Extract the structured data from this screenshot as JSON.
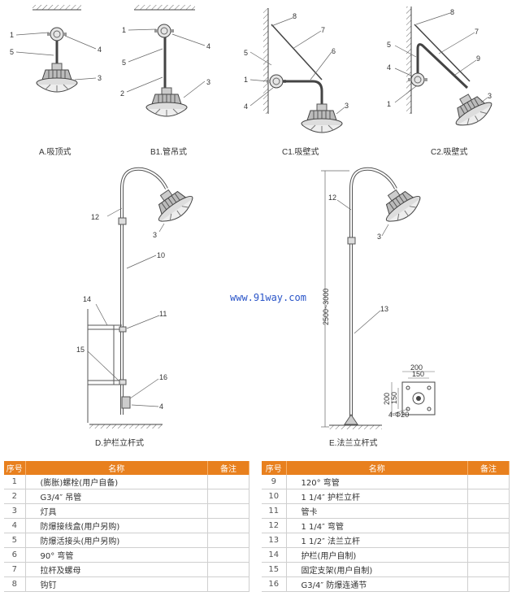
{
  "captions": {
    "a": "A.吸顶式",
    "b1": "B1.管吊式",
    "c1": "C1.吸壁式",
    "c2": "C2.吸壁式",
    "d": "D.护栏立杆式",
    "e": "E.法兰立杆式"
  },
  "watermark": "www.91way.com",
  "labels": {
    "a": [
      "1",
      "5",
      "4",
      "3"
    ],
    "b1": [
      "1",
      "4",
      "5",
      "2",
      "3"
    ],
    "c1": [
      "8",
      "7",
      "5",
      "6",
      "1",
      "4",
      "3"
    ],
    "c2": [
      "8",
      "7",
      "5",
      "9",
      "4",
      "1",
      "3"
    ],
    "d": [
      "12",
      "3",
      "10",
      "14",
      "11",
      "15",
      "16",
      "4"
    ],
    "e": [
      "12",
      "3",
      "13"
    ]
  },
  "dimensions": {
    "height": "2500~3000",
    "flange_w1": "200",
    "flange_w2": "150",
    "flange_h1": "200",
    "flange_h2": "150",
    "holes": "4-Φ20"
  },
  "table": {
    "headers": [
      "序号",
      "名称",
      "备注"
    ],
    "left": [
      {
        "no": "1",
        "name": "(膨胀)螺栓(用户自备)",
        "note": ""
      },
      {
        "no": "2",
        "name": "G3/4″ 吊管",
        "note": ""
      },
      {
        "no": "3",
        "name": "灯具",
        "note": ""
      },
      {
        "no": "4",
        "name": "防爆接线盒(用户另购)",
        "note": ""
      },
      {
        "no": "5",
        "name": "防爆活接头(用户另购)",
        "note": ""
      },
      {
        "no": "6",
        "name": "90° 弯管",
        "note": ""
      },
      {
        "no": "7",
        "name": "拉杆及螺母",
        "note": ""
      },
      {
        "no": "8",
        "name": "钩钉",
        "note": ""
      }
    ],
    "right": [
      {
        "no": "9",
        "name": "120° 弯管",
        "note": ""
      },
      {
        "no": "10",
        "name": "1 1/4″ 护栏立杆",
        "note": ""
      },
      {
        "no": "11",
        "name": "管卡",
        "note": ""
      },
      {
        "no": "12",
        "name": "1 1/4″ 弯管",
        "note": ""
      },
      {
        "no": "13",
        "name": "1 1/2″ 法兰立杆",
        "note": ""
      },
      {
        "no": "14",
        "name": "护栏(用户自制)",
        "note": ""
      },
      {
        "no": "15",
        "name": "固定支架(用户自制)",
        "note": ""
      },
      {
        "no": "16",
        "name": "G3/4″ 防爆连通节",
        "note": ""
      }
    ]
  }
}
